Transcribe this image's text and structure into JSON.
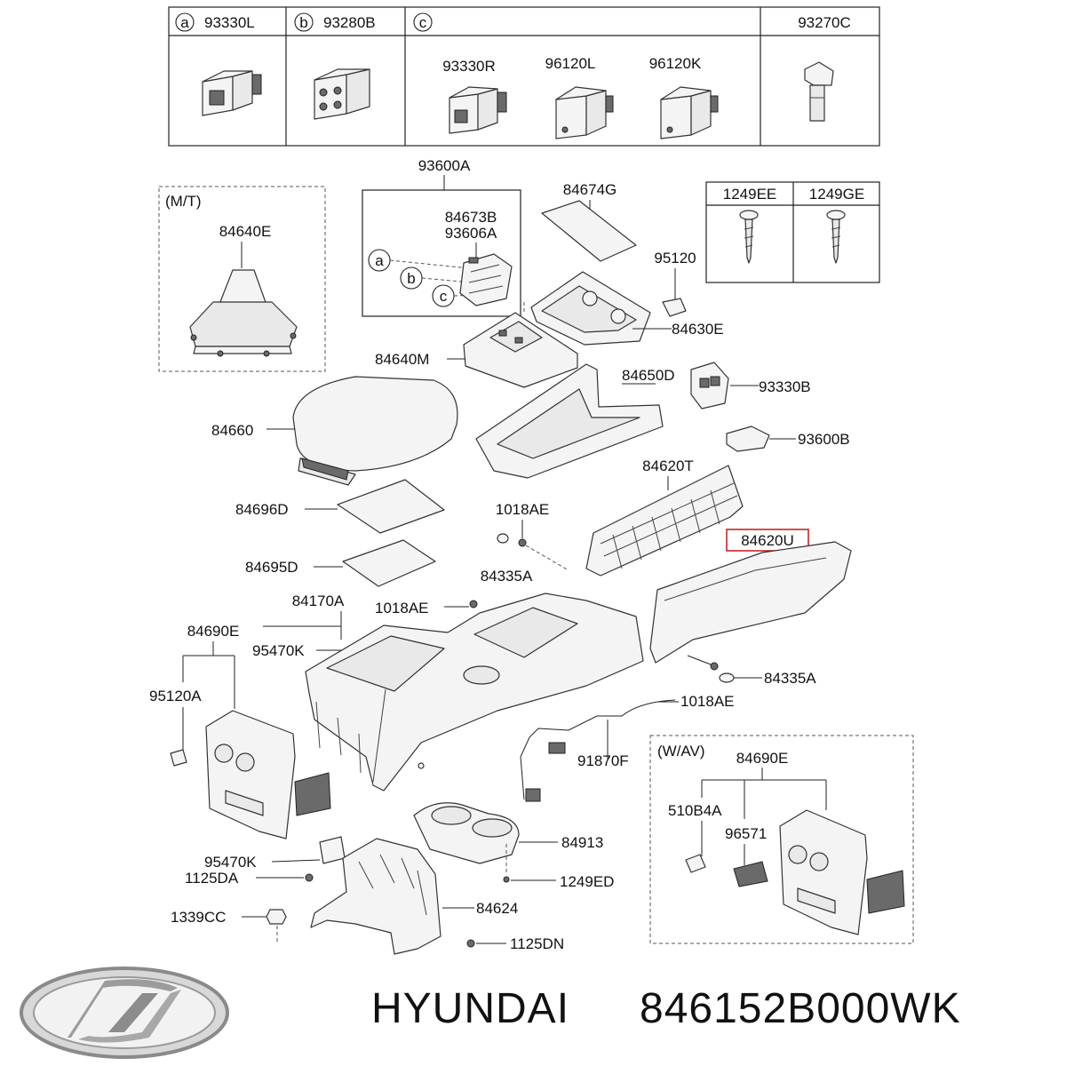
{
  "top_table": {
    "col_a": {
      "circle": "a",
      "code": "93330L"
    },
    "col_b": {
      "circle": "b",
      "code": "93280B"
    },
    "col_c": {
      "circle": "c",
      "parts": [
        "93330R",
        "96120L",
        "96120K"
      ]
    },
    "col_d": {
      "code": "93270C"
    }
  },
  "screw_table": {
    "col1": "1249EE",
    "col2": "1249GE"
  },
  "mt_box": {
    "title": "(M/T)",
    "part": "84640E"
  },
  "wav_box": {
    "title": "(W/AV)",
    "parts": [
      "84690E",
      "510B4A",
      "96571"
    ]
  },
  "group_box": {
    "title": "93600A",
    "parts": [
      "84673B",
      "93606A"
    ],
    "circles": [
      "a",
      "b",
      "c"
    ]
  },
  "labels": {
    "p84674G": "84674G",
    "p95120": "95120",
    "p84630E": "84630E",
    "p84640M": "84640M",
    "p84650D": "84650D",
    "p93330B": "93330B",
    "p84660": "84660",
    "p93600B": "93600B",
    "p84620T": "84620T",
    "p84696D": "84696D",
    "p1018AE_a": "1018AE",
    "p84620U": "84620U",
    "p84695D": "84695D",
    "p84335A_a": "84335A",
    "p84170A": "84170A",
    "p1018AE_b": "1018AE",
    "p84690E": "84690E",
    "p95470K_a": "95470K",
    "p84335A_b": "84335A",
    "p95120A": "95120A",
    "p1018AE_c": "1018AE",
    "p91870F": "91870F",
    "p84913": "84913",
    "p95470K_b": "95470K",
    "p1125DA": "1125DA",
    "p1249ED": "1249ED",
    "p84624": "84624",
    "p1339CC": "1339CC",
    "p1125DN": "1125DN"
  },
  "footer": {
    "brand": "HYUNDAI",
    "part_number": "846152B000WK"
  },
  "colors": {
    "highlight": "#cc2222",
    "line": "#222222",
    "part_fill": "#f4f4f4"
  },
  "icons": {
    "logo": "hyundai-logo"
  }
}
